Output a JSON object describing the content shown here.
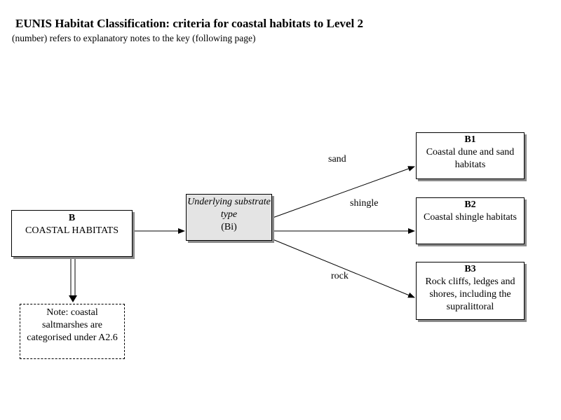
{
  "header": {
    "title": "EUNIS Habitat Classification: criteria for coastal habitats to Level 2",
    "subtitle": "(number) refers to explanatory notes to the key (following page)"
  },
  "nodes": {
    "b": {
      "code": "B",
      "text": "COASTAL HABITATS"
    },
    "substrate": {
      "line1": "Underlying substrate type",
      "line2": "(Bi)"
    },
    "b1": {
      "code": "B1",
      "text": "Coastal dune and sand habitats"
    },
    "b2": {
      "code": "B2",
      "text": "Coastal shingle habitats"
    },
    "b3": {
      "code": "B3",
      "text": "Rock cliffs, ledges and shores, including the supralittoral"
    }
  },
  "edges": {
    "sand": "sand",
    "shingle": "shingle",
    "rock": "rock"
  },
  "note": {
    "text": "Note: coastal saltmarshes are categorised under A2.6"
  }
}
